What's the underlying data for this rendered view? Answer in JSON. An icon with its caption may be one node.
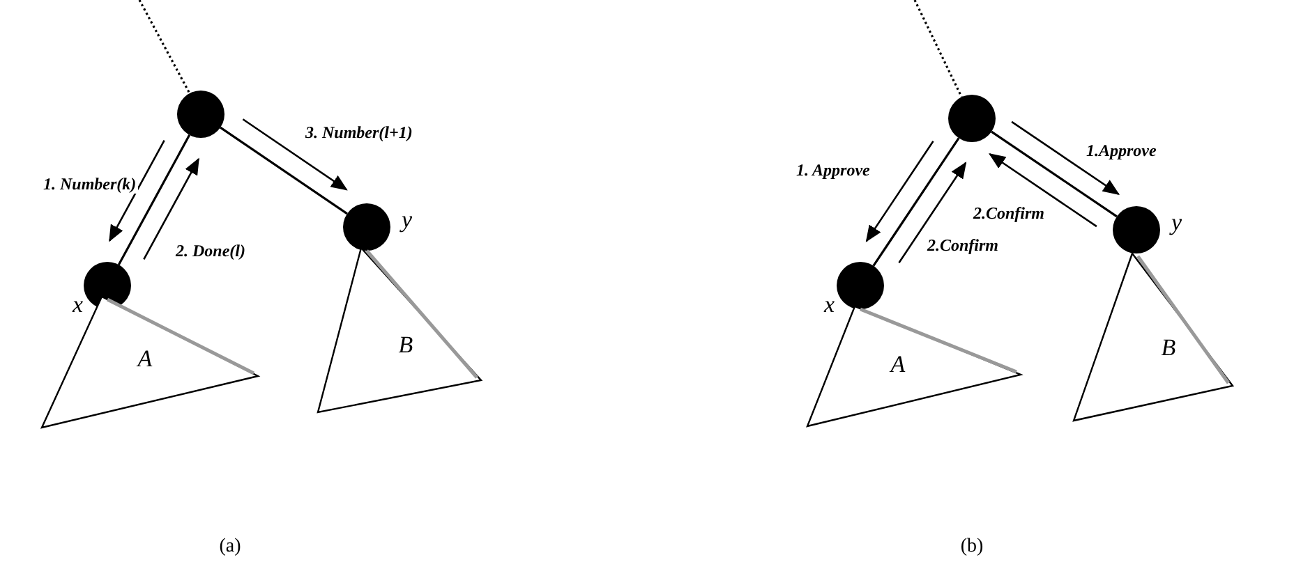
{
  "diagram": {
    "nodes": [
      {
        "text": [],
        "shape": "circle"
      },
      {
        "text": [],
        "shape": "circle",
        "beside": [
          "x"
        ]
      },
      {
        "text": [],
        "shape": "circle",
        "beside": [
          "y"
        ]
      },
      {
        "text": [
          "A"
        ]
      },
      {
        "text": [
          "B"
        ]
      },
      {
        "text": [],
        "shape": "circle"
      },
      {
        "text": [],
        "shape": "circle",
        "beside": [
          "x"
        ]
      },
      {
        "text": [],
        "shape": "circle",
        "beside": [
          "y"
        ]
      },
      {
        "text": [
          "A"
        ]
      },
      {
        "text": [
          "B"
        ]
      }
    ],
    "edges": [
      {
        "from": null,
        "to": 0,
        "arrow": "none",
        "style": "dashed"
      },
      {
        "from": 0,
        "to": 1,
        "arrow": "none"
      },
      {
        "from": 0,
        "to": 2,
        "arrow": "none"
      },
      {
        "from": 0,
        "to": 1,
        "arrow": "to",
        "label": "1. Number(k)"
      },
      {
        "from": 1,
        "to": 0,
        "arrow": "to",
        "label": "2. Done(l)"
      },
      {
        "from": 0,
        "to": 2,
        "arrow": "to",
        "label": "3. Number(l+1)"
      },
      {
        "from": null,
        "to": 5,
        "arrow": "none",
        "style": "dashed"
      },
      {
        "from": 5,
        "to": 6,
        "arrow": "none"
      },
      {
        "from": 5,
        "to": 7,
        "arrow": "none"
      },
      {
        "from": 5,
        "to": 6,
        "arrow": "to",
        "label": "1. Approve"
      },
      {
        "from": 6,
        "to": 5,
        "arrow": "to",
        "label": "2.Confirm"
      },
      {
        "from": 5,
        "to": 7,
        "arrow": "to",
        "label": "1.Approve"
      },
      {
        "from": 7,
        "to": 5,
        "arrow": "to",
        "label": "2.Confirm"
      }
    ],
    "labels": [
      "(a)",
      "(b)"
    ]
  }
}
